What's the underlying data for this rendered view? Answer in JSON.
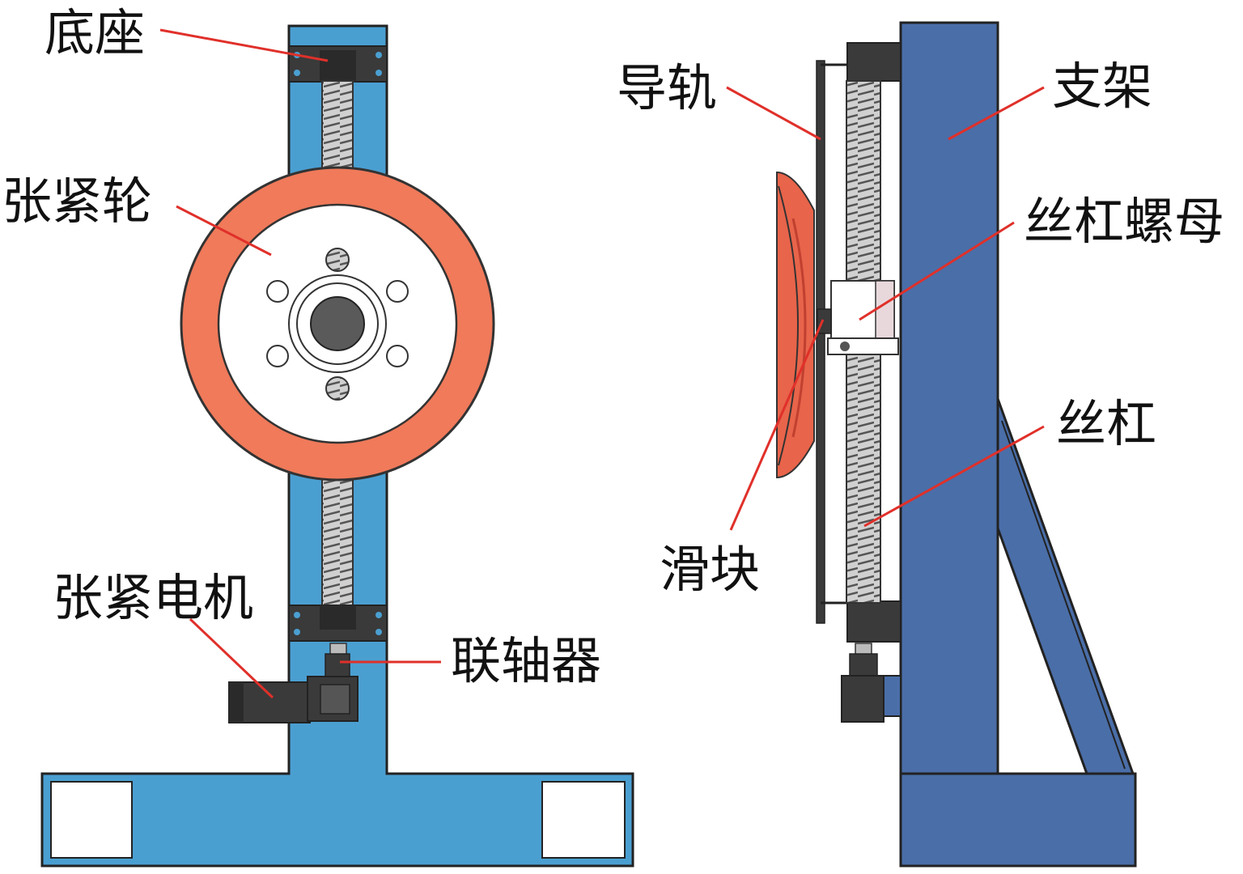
{
  "labels": {
    "base": "底座",
    "tension_wheel": "张紧轮",
    "tension_motor": "张紧电机",
    "coupling": "联轴器",
    "guide_rail": "导轨",
    "bracket": "支架",
    "screw_nut": "丝杠螺母",
    "lead_screw": "丝杠",
    "slider": "滑块"
  },
  "colors": {
    "frame_front": "#4a9fd1",
    "frame_side": "#4a6ea8",
    "wheel": "#f07a5a",
    "leader_line": "#e0302a",
    "dark_part": "#3a3a3a",
    "outline": "#222222"
  }
}
